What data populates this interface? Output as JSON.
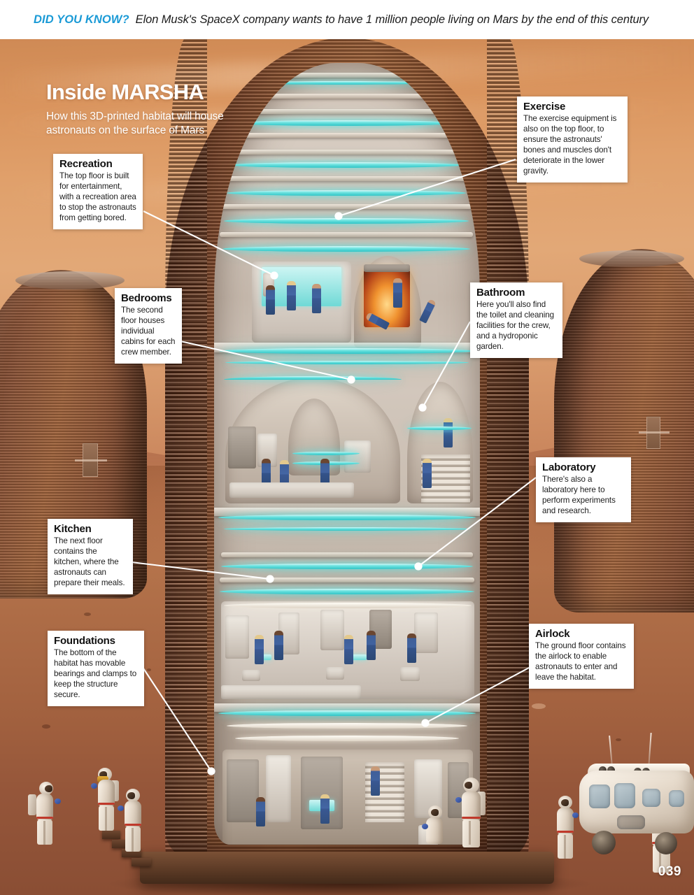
{
  "banner": {
    "label": "DID YOU KNOW?",
    "text": "Elon Musk's SpaceX company wants to have 1 million people living on Mars by the end of this century",
    "label_color": "#1a9ad6"
  },
  "title": {
    "heading": "Inside MARSHA",
    "subheading_line1": "How this 3D-printed habitat will house",
    "subheading_line2": "astronauts on the surface of Mars"
  },
  "callouts": [
    {
      "id": "recreation",
      "title": "Recreation",
      "body": "The top floor is built for entertainment, with a recreation area to stop the astronauts from getting bored."
    },
    {
      "id": "exercise",
      "title": "Exercise",
      "body": "The exercise equipment is also on the top floor, to ensure the astronauts' bones and muscles don't deteriorate in the lower gravity."
    },
    {
      "id": "bedrooms",
      "title": "Bedrooms",
      "body": "The second floor houses individual cabins for each crew member."
    },
    {
      "id": "bathroom",
      "title": "Bathroom",
      "body": "Here you'll also find the toilet and cleaning facilities for the crew, and a hydroponic garden."
    },
    {
      "id": "laboratory",
      "title": "Laboratory",
      "body": "There's also a laboratory here to perform experiments and research."
    },
    {
      "id": "kitchen",
      "title": "Kitchen",
      "body": "The next floor contains the kitchen, where the astronauts can prepare their meals."
    },
    {
      "id": "foundations",
      "title": "Foundations",
      "body": "The bottom of the habitat has movable bearings and clamps to keep the structure secure."
    },
    {
      "id": "airlock",
      "title": "Airlock",
      "body": "The ground floor contains the airlock to enable astronauts to enter and leave the habitat."
    }
  ],
  "page_number": "039",
  "colors": {
    "accent_blue": "#1a9ad6",
    "sky_top": "#d9935c",
    "sky_bottom": "#864434",
    "ground": "#ad6b44",
    "habitat_shell": "#a5673f",
    "interior_glow_teal": "#6fe3e0",
    "crew_suit_blue": "#41639f",
    "callout_bg": "#ffffff"
  }
}
